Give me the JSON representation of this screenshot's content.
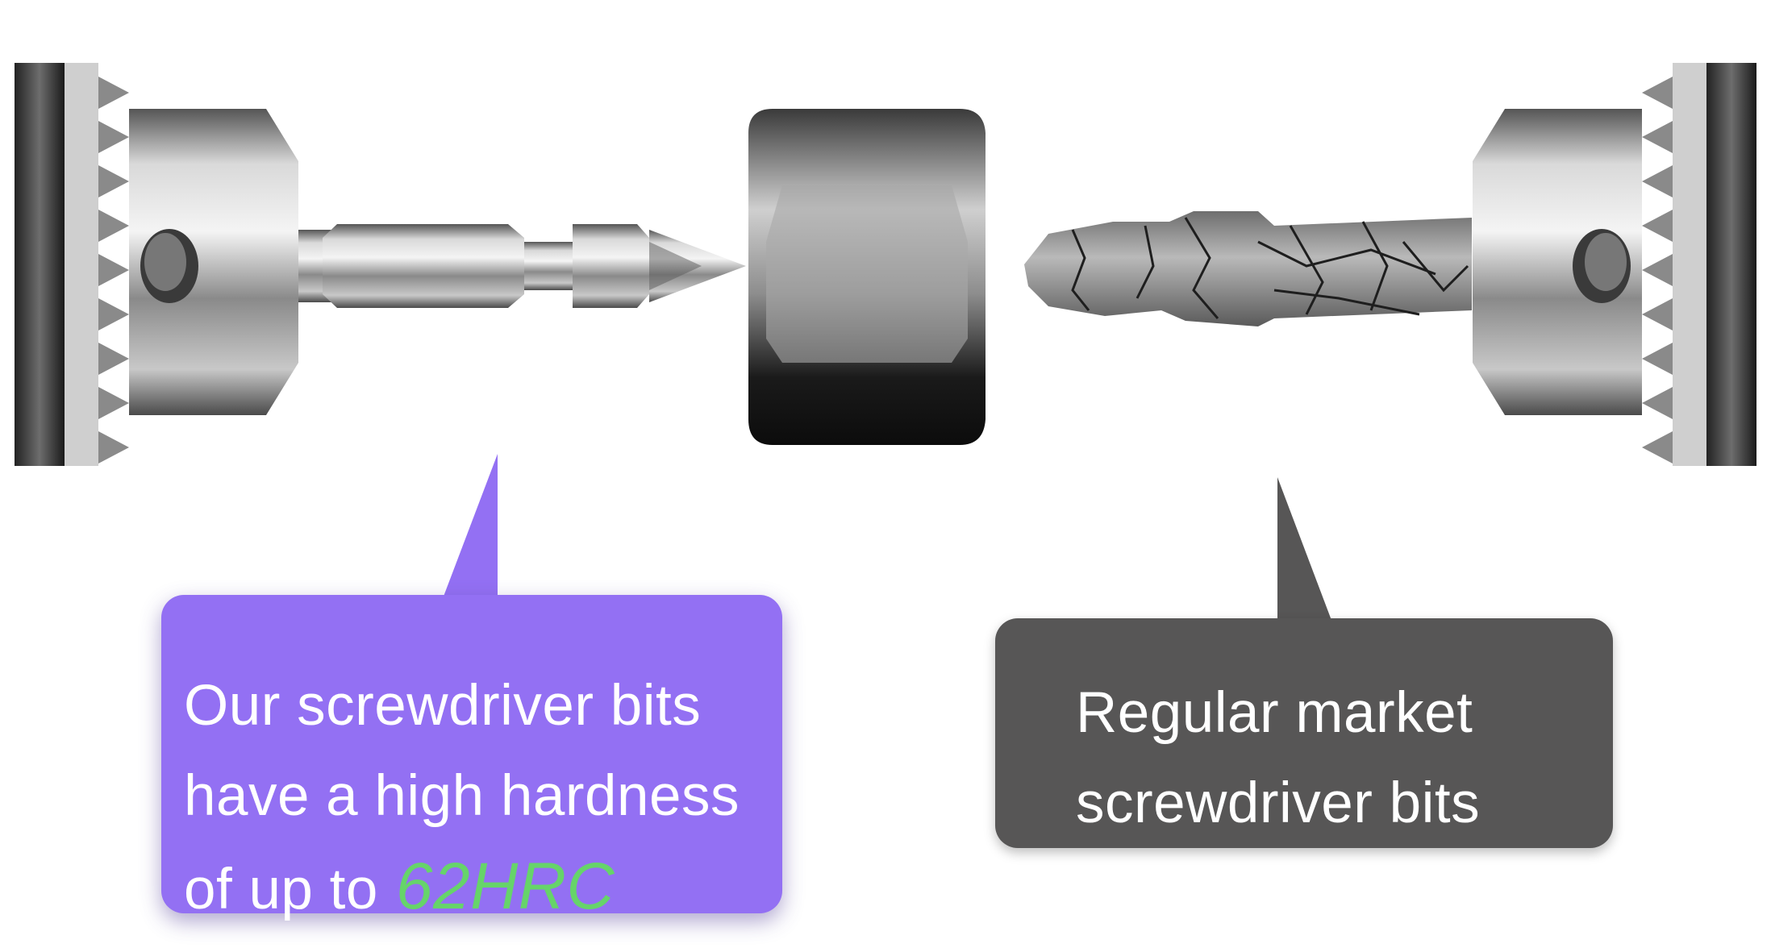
{
  "callouts": {
    "ours": {
      "line1": "Our screwdriver bits",
      "line2": "have a high hardness",
      "line3_prefix": "of up to",
      "highlight": "62HRC"
    },
    "regular": {
      "line1": "Regular market",
      "line2": "screwdriver bits"
    }
  },
  "colors": {
    "ours_bubble": "#9370f3",
    "regular_bubble": "#575656",
    "highlight_text": "#66d46a"
  }
}
